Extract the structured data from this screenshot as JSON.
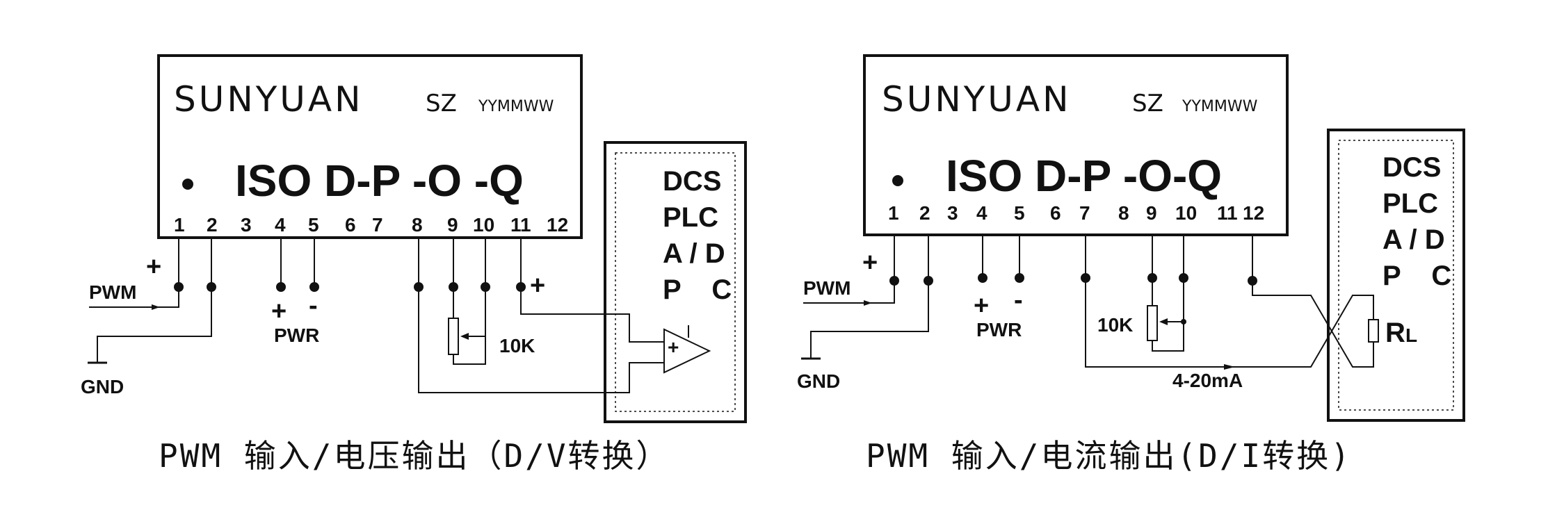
{
  "left": {
    "brand": "SUNYUAN",
    "sz": "SZ",
    "date_code": "YYMMWW",
    "model": "ISO D-P -O -Q",
    "pins": [
      "1",
      "2",
      "3",
      "4",
      "5",
      "6",
      "7",
      "8",
      "9",
      "10",
      "11",
      "12"
    ],
    "labels": {
      "plus_input": "+",
      "pwm": "PWM",
      "gnd": "GND",
      "pwr_plus": "+",
      "pwr_minus": "-",
      "pwr": "PWR",
      "pot": "10K",
      "out_plus": "+",
      "amp_plus": "+"
    },
    "device": [
      "DCS",
      "PLC",
      "A / D",
      "P    C"
    ],
    "caption": "PWM 输入/电压输出（D/V转换）"
  },
  "right": {
    "brand": "SUNYUAN",
    "sz": "SZ",
    "date_code": "YYMMWW",
    "model": "ISO D-P -O-Q",
    "pins": [
      "1",
      "2",
      "3",
      "4",
      "5",
      "6",
      "7",
      "8",
      "9",
      "10",
      "11",
      "12"
    ],
    "labels": {
      "plus_input": "+",
      "pwm": "PWM",
      "gnd": "GND",
      "pwr_plus": "+",
      "pwr_minus": "-",
      "pwr": "PWR",
      "pot": "10K",
      "current": "4-20mA",
      "load": "R",
      "load_sub": "L"
    },
    "device": [
      "DCS",
      "PLC",
      "A / D",
      "P    C"
    ],
    "caption": "PWM 输入/电流输出(D/I转换)"
  }
}
